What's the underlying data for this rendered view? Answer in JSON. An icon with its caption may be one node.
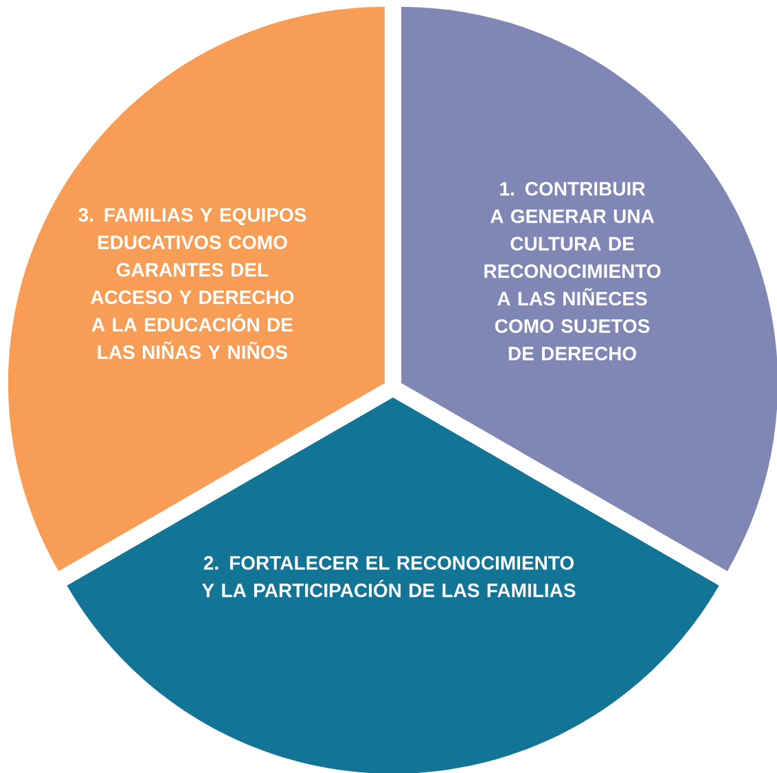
{
  "diagram": {
    "nodes": [
      {
        "text": [
          "3. FAMILIAS Y EQUIPOS EDUCATIVOS COMO GARANTES DEL ACCESO Y DERECHO A LA EDUCACIÓN DE LAS NIÑAS Y NIÑOS"
        ]
      },
      {
        "text": [
          "1. CONTRIBUIR A GENERAR UNA CULTURA DE RECONOCIMIENTO A LAS NIÑECES COMO SUJETOS DE DERECHO"
        ]
      },
      {
        "text": [
          "2. FORTALECER EL RECONOCIMIENTO Y LA PARTICIPACIÓN DE LAS FAMILIAS"
        ]
      }
    ]
  }
}
